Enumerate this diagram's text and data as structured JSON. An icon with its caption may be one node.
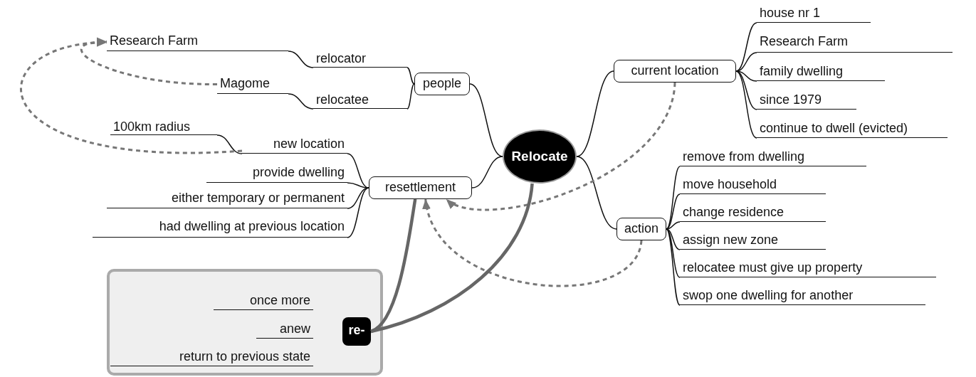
{
  "diagram": {
    "nodes": [
      {
        "text": [
          "Relocate"
        ]
      },
      {
        "text": [
          "people"
        ]
      },
      {
        "text": [
          "relocator"
        ]
      },
      {
        "text": [
          "Research Farm"
        ]
      },
      {
        "text": [
          "relocatee"
        ]
      },
      {
        "text": [
          "Magome"
        ]
      },
      {
        "text": [
          "resettlement"
        ]
      },
      {
        "text": [
          "new location"
        ]
      },
      {
        "text": [
          "100km radius"
        ]
      },
      {
        "text": [
          "provide dwelling"
        ]
      },
      {
        "text": [
          "either temporary or permanent"
        ]
      },
      {
        "text": [
          "had dwelling at previous location"
        ]
      },
      {
        "text": [
          "current location"
        ]
      },
      {
        "text": [
          "house nr 1"
        ]
      },
      {
        "text": [
          "Research Farm"
        ]
      },
      {
        "text": [
          "family dwelling"
        ]
      },
      {
        "text": [
          "since 1979"
        ]
      },
      {
        "text": [
          "continue to dwell (evicted)"
        ]
      },
      {
        "text": [
          "action"
        ]
      },
      {
        "text": [
          "remove from dwelling"
        ]
      },
      {
        "text": [
          "move household"
        ]
      },
      {
        "text": [
          "change residence"
        ]
      },
      {
        "text": [
          "assign new zone"
        ]
      },
      {
        "text": [
          "relocatee must give up property"
        ]
      },
      {
        "text": [
          "swop one dwelling for another"
        ]
      },
      {
        "text": [],
        "shape": "box"
      },
      {
        "text": [
          "re-"
        ],
        "in": 25
      },
      {
        "text": [
          "once more"
        ],
        "in": 25
      },
      {
        "text": [
          "anew"
        ],
        "in": 25
      },
      {
        "text": [
          "return to previous state"
        ],
        "in": 25
      }
    ],
    "edges": [
      {
        "from": 0,
        "to": 1,
        "arrow": "none"
      },
      {
        "from": 1,
        "to": 2,
        "arrow": "none"
      },
      {
        "from": 2,
        "to": 3,
        "arrow": "none"
      },
      {
        "from": 1,
        "to": 4,
        "arrow": "none"
      },
      {
        "from": 4,
        "to": 5,
        "arrow": "none"
      },
      {
        "from": 0,
        "to": 6,
        "arrow": "none"
      },
      {
        "from": 6,
        "to": 7,
        "arrow": "none"
      },
      {
        "from": 7,
        "to": 8,
        "arrow": "none"
      },
      {
        "from": 6,
        "to": 9,
        "arrow": "none"
      },
      {
        "from": 6,
        "to": 10,
        "arrow": "none"
      },
      {
        "from": 6,
        "to": 11,
        "arrow": "none"
      },
      {
        "from": 0,
        "to": 12,
        "arrow": "none"
      },
      {
        "from": 12,
        "to": 13,
        "arrow": "none"
      },
      {
        "from": 12,
        "to": 14,
        "arrow": "none"
      },
      {
        "from": 12,
        "to": 15,
        "arrow": "none"
      },
      {
        "from": 12,
        "to": 16,
        "arrow": "none"
      },
      {
        "from": 12,
        "to": 17,
        "arrow": "none"
      },
      {
        "from": 0,
        "to": 18,
        "arrow": "none"
      },
      {
        "from": 18,
        "to": 19,
        "arrow": "none"
      },
      {
        "from": 18,
        "to": 20,
        "arrow": "none"
      },
      {
        "from": 18,
        "to": 21,
        "arrow": "none"
      },
      {
        "from": 18,
        "to": 22,
        "arrow": "none"
      },
      {
        "from": 18,
        "to": 23,
        "arrow": "none"
      },
      {
        "from": 18,
        "to": 24,
        "arrow": "none"
      },
      {
        "from": 5,
        "to": 3,
        "arrow": "to",
        "style": "dashed",
        "color": "#777777"
      },
      {
        "from": 7,
        "to": 3,
        "arrow": "to",
        "style": "dashed",
        "color": "#777777"
      },
      {
        "from": 12,
        "to": 6,
        "arrow": "to",
        "style": "dashed",
        "color": "#777777"
      },
      {
        "from": 18,
        "to": 6,
        "arrow": "to",
        "style": "dashed",
        "color": "#777777"
      },
      {
        "from": 26,
        "to": 6,
        "arrow": "none",
        "style": "thick",
        "color": "#666666"
      },
      {
        "from": 26,
        "to": 0,
        "arrow": "none",
        "style": "thick",
        "color": "#666666"
      }
    ]
  }
}
